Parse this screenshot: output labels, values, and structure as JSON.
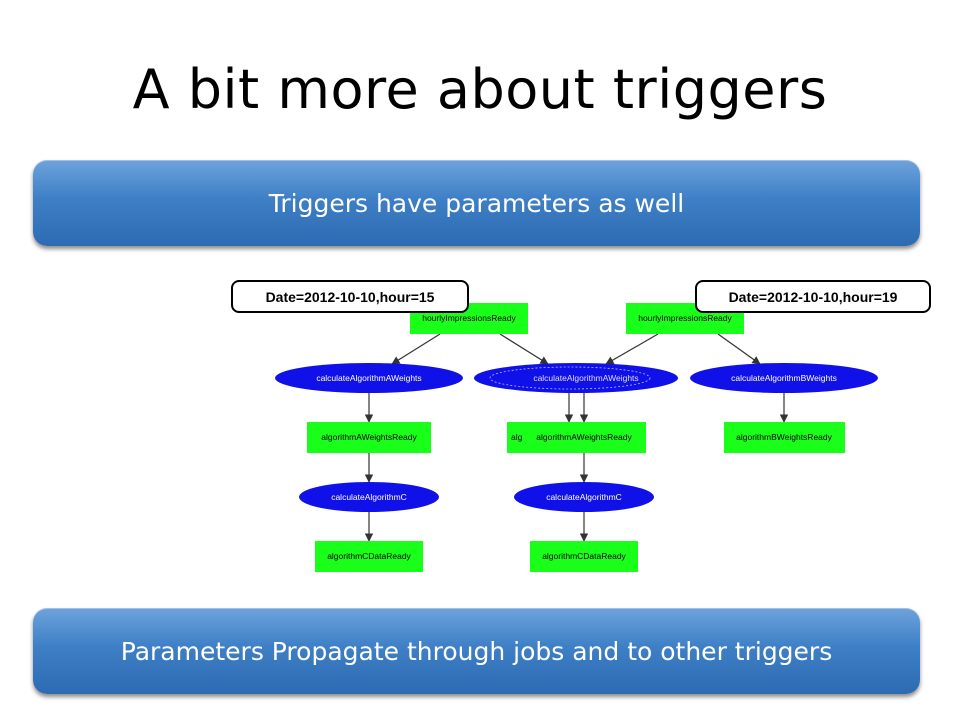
{
  "slide": {
    "title": "A bit more about triggers",
    "banner_top": "Triggers have parameters as well",
    "banner_bottom": "Parameters Propagate through jobs and to other triggers"
  },
  "diagram": {
    "param_label_left": "Date=2012-10-10,hour=15",
    "param_label_right": "Date=2012-10-10,hour=19",
    "nodes": {
      "trigger_left": "hourlyImpressionsReady",
      "trigger_right": "hourlyImpressionsReady",
      "job_a_left": "calculateAlgorithmAWeights",
      "job_a_right": "calculateAlgorithmAWeights",
      "job_b": "calculateAlgorithmBWeights",
      "data_a_left": "algorithmAWeightsReady",
      "data_a_right": "algorithmAWeightsReady",
      "data_a_behind": "alg",
      "data_b": "algorithmBWeightsReady",
      "job_c_left": "calculateAlgorithmC",
      "job_c_right": "calculateAlgorithmC",
      "data_c_left": "algorithmCDataReady",
      "data_c_right": "algorithmCDataReady"
    },
    "colors": {
      "trigger_fill": "#1aff1a",
      "job_fill": "#1010e8",
      "edge": "#333333",
      "banner": "#3e7fc6"
    }
  }
}
